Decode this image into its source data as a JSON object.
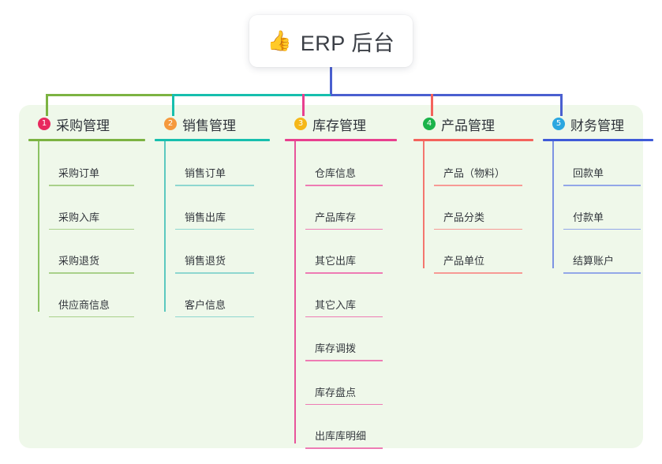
{
  "root": {
    "emoji": "👍",
    "emoji_name": "thumbs-up-emoji",
    "title": "ERP 后台"
  },
  "colors": {
    "panel_background": "#eff8ea",
    "card_background": "#ffffff",
    "text": "#33373d",
    "bus_green": "#7cb342",
    "bus_teal": "#17bfae",
    "bus_blue": "#4a5fd0",
    "stub_pink": "#e8408f",
    "stub_red": "#f4635c"
  },
  "branches": [
    {
      "number": "1",
      "label": "采购管理",
      "badge_color": "#e8295e",
      "rule_color": "#7cb342",
      "line_color": "#8cc263",
      "leaf_rule_color": "#a9d18a",
      "items": [
        "采购订单",
        "采购入库",
        "采购退货",
        "供应商信息"
      ]
    },
    {
      "number": "2",
      "label": "销售管理",
      "badge_color": "#f5993d",
      "rule_color": "#17bfae",
      "line_color": "#5bc8bf",
      "leaf_rule_color": "#8ed7d0",
      "items": [
        "销售订单",
        "销售出库",
        "销售退货",
        "客户信息"
      ]
    },
    {
      "number": "3",
      "label": "库存管理",
      "badge_color": "#f5b719",
      "rule_color": "#e8408f",
      "line_color": "#e8549b",
      "leaf_rule_color": "#ee7cb4",
      "items": [
        "仓库信息",
        "产品库存",
        "其它出库",
        "其它入库",
        "库存调拨",
        "库存盘点",
        "出库库明细"
      ]
    },
    {
      "number": "4",
      "label": "产品管理",
      "badge_color": "#1bb34a",
      "rule_color": "#f4635c",
      "line_color": "#f4766f",
      "leaf_rule_color": "#f79a95",
      "items": [
        "产品（物料）",
        "产品分类",
        "产品单位"
      ]
    },
    {
      "number": "5",
      "label": "财务管理",
      "badge_color": "#2ba7e0",
      "rule_color": "#3f5bd8",
      "line_color": "#7d93e3",
      "leaf_rule_color": "#93a7e8",
      "items": [
        "回款单",
        "付款单",
        "结算账户"
      ]
    }
  ]
}
